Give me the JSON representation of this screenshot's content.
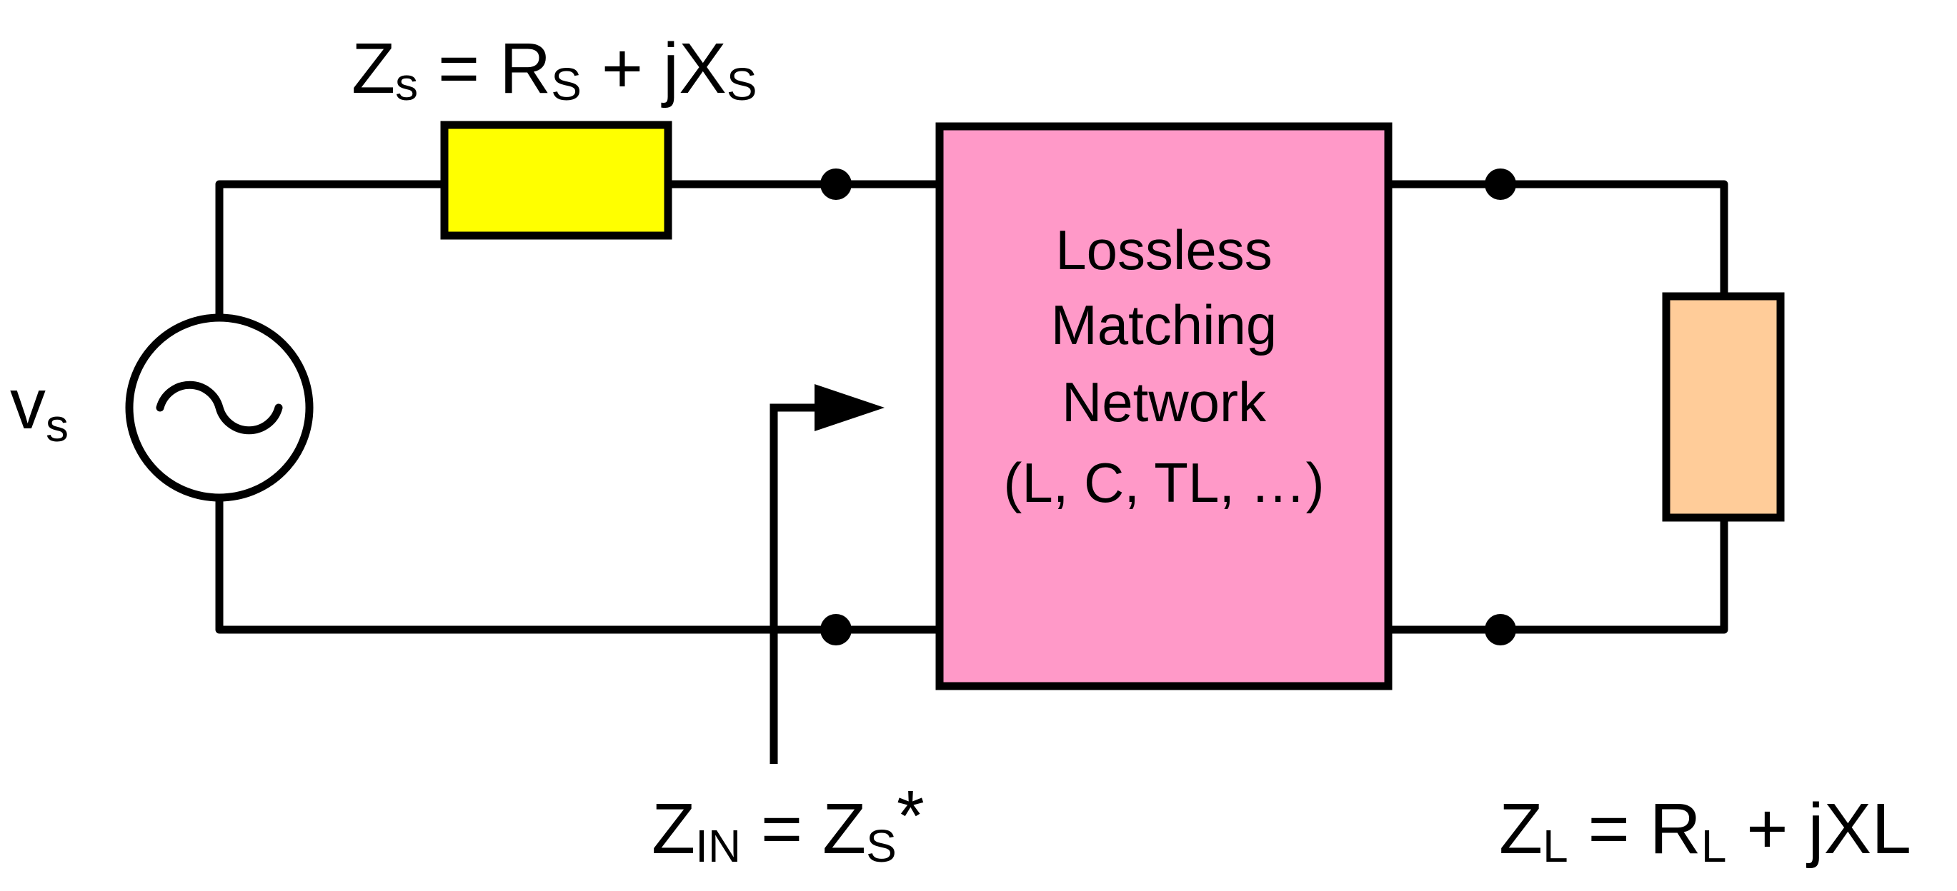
{
  "source_impedance": {
    "z_main": "Z",
    "z_sub": "s",
    "eq": " = R",
    "r_sub": "S",
    "plus": " + jX",
    "x_sub": "S"
  },
  "source_voltage": {
    "main": "v",
    "sub": "s"
  },
  "matching_network": {
    "line1": "Lossless",
    "line2": "Matching",
    "line3": "Network",
    "line4": "(L, C, TL, …)"
  },
  "input_impedance": {
    "z_main": "Z",
    "z_sub": "IN",
    "eq": " = Z",
    "s_sub": "S",
    "conj": "*"
  },
  "load_impedance": {
    "z_main": "Z",
    "z_sub": "L",
    "eq": " = R",
    "r_sub": "L",
    "tail": " + jXL"
  },
  "colors": {
    "source_resistor": "#ffff00",
    "matching_network": "#ff99c8",
    "load": "#ffcc99",
    "wire": "#000000"
  },
  "icons": [
    "ac-voltage-source-icon",
    "terminal-dot-icon",
    "arrow-icon"
  ]
}
